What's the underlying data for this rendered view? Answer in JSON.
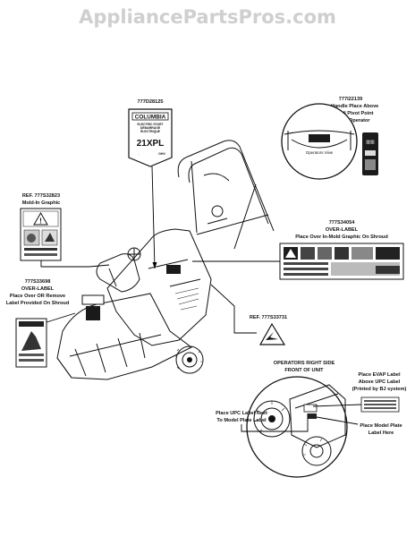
{
  "watermark": "AppliancePartsPros.com",
  "callouts": {
    "decal_model": {
      "part": "777D28125"
    },
    "decal_model_text": {
      "brand": "COLUMBIA",
      "line1": "ELECTRIC START",
      "line2": "DÉMARRAGE",
      "line3": "ÉLECTRIQUE",
      "model": "21XPL",
      "small_left": "...",
      "small_right": "OHV"
    },
    "decal_handle": {
      "part": "777I22139",
      "line1": "On Handle Place Above",
      "line2": "the Bail Pivot Point",
      "line3": "Facing Operator",
      "view": "Operators View"
    },
    "moldin": {
      "ref": "REF. 777S32823",
      "desc": "Mold-In Graphic"
    },
    "overlabel_shroud": {
      "part": "777S34054",
      "line1": "OVER-LABEL",
      "line2": "Place Over In-Mold Graphic On Shroud"
    },
    "overlabel_left": {
      "part": "777S33698",
      "line1": "OVER-LABEL",
      "line2": "Place Over OR Remove",
      "line3": "Label Provided On Shroud"
    },
    "ref_right": {
      "ref": "REF. 777S33731"
    },
    "detail": {
      "title1": "OPERATORS RIGHT SIDE",
      "title2": "FRONT OF UNIT"
    },
    "evap": {
      "line1": "Place EVAP Label",
      "line2": "Above UPC Label",
      "line3": "(Printed by BJ system)"
    },
    "model_plate": {
      "line1": "Place Model Plate",
      "line2": "Label Here"
    },
    "upc": {
      "line1": "Place UPC Label Next",
      "line2": "To Model Plate Label"
    }
  }
}
